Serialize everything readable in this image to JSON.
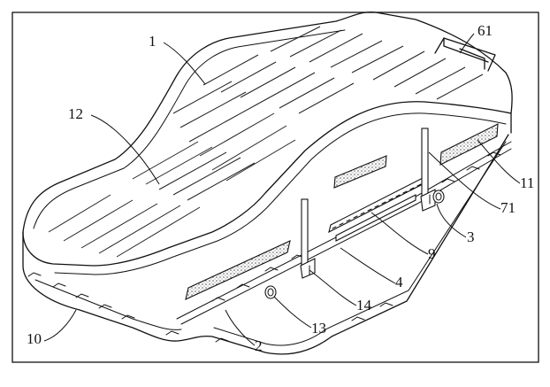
{
  "labels": {
    "l1": "1",
    "l61": "61",
    "l12": "12",
    "l11": "11",
    "l71": "71",
    "l3": "3",
    "l9": "9",
    "l4": "4",
    "l14": "14",
    "l13": "13",
    "l10": "10",
    "l2": "2"
  }
}
